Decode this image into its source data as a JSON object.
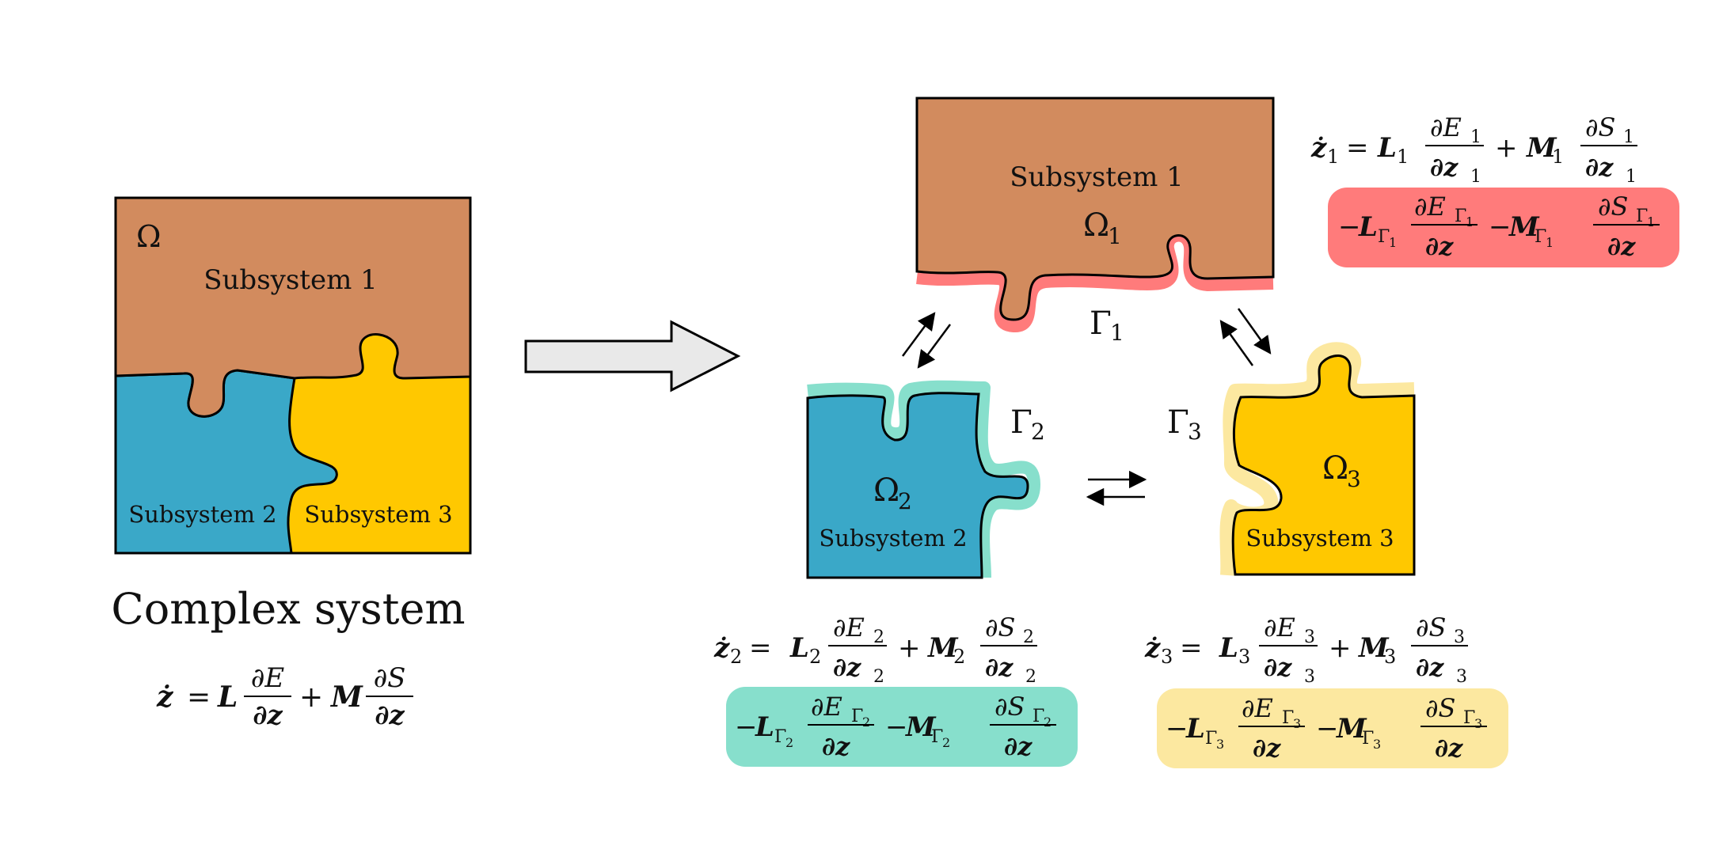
{
  "colors": {
    "brown": "#D28B5E",
    "blue": "#3AA8C8",
    "yellow": "#FFC800",
    "red_halo": "#FF7B7B",
    "teal_halo": "#87DFCC",
    "yellow_halo": "#FCE8A0",
    "arrow_fill": "#E9E9E9"
  },
  "left": {
    "omega": "Ω",
    "sub1": "Subsystem 1",
    "sub2": "Subsystem 2",
    "sub3": "Subsystem 3",
    "caption": "Complex system",
    "eq": {
      "zdot": "ż",
      "eqs": "=",
      "L": "L",
      "dE": "∂E",
      "dz": "∂z",
      "plus": "+",
      "M": "M",
      "dS": "∂S"
    }
  },
  "right": {
    "p1": {
      "label": "Subsystem 1",
      "omega": "Ω",
      "sub": "1",
      "gamma": "Γ",
      "gamma_sub": "1"
    },
    "p2": {
      "label": "Subsystem 2",
      "omega": "Ω",
      "sub": "2",
      "gamma": "Γ",
      "gamma_sub": "2"
    },
    "p3": {
      "label": "Subsystem 3",
      "omega": "Ω",
      "sub": "3",
      "gamma": "Γ",
      "gamma_sub": "3"
    }
  },
  "equations": {
    "e1": {
      "lhs": "ż",
      "i": "1",
      "L": "L",
      "M": "M",
      "dE": "∂E",
      "dS": "∂S",
      "dz": "∂z",
      "plus": "+",
      "eq": "=",
      "minus": "−",
      "gamma": "Γ"
    },
    "e2": {
      "lhs": "ż",
      "i": "2",
      "L": "L",
      "M": "M",
      "dE": "∂E",
      "dS": "∂S",
      "dz": "∂z",
      "plus": "+",
      "eq": "=",
      "minus": "−",
      "gamma": "Γ"
    },
    "e3": {
      "lhs": "ż",
      "i": "3",
      "L": "L",
      "M": "M",
      "dE": "∂E",
      "dS": "∂S",
      "dz": "∂z",
      "plus": "+",
      "eq": "=",
      "minus": "−",
      "gamma": "Γ"
    }
  }
}
